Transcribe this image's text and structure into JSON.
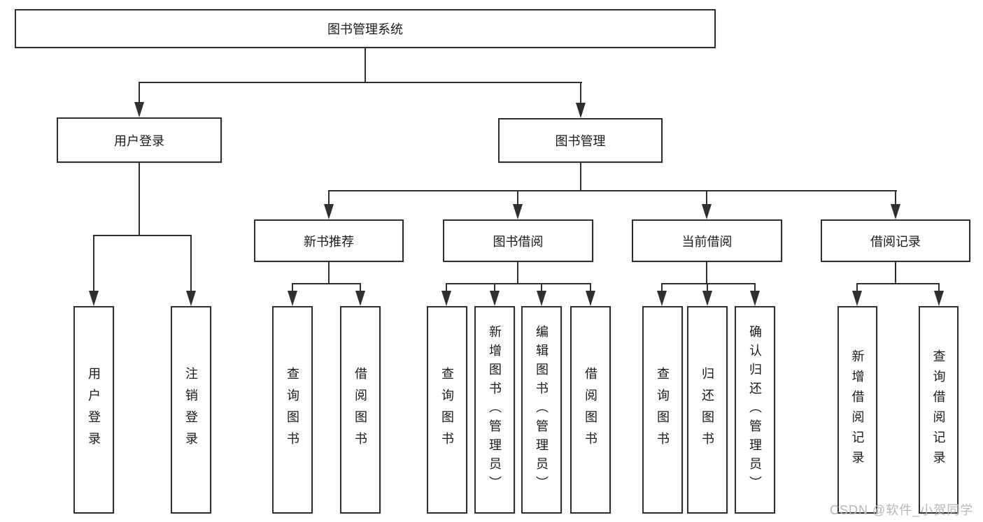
{
  "tree": {
    "root": {
      "label": "图书管理系统",
      "children": [
        {
          "label": "用户登录",
          "children": [
            {
              "label": "用户登录"
            },
            {
              "label": "注销登录"
            }
          ]
        },
        {
          "label": "图书管理",
          "children": [
            {
              "label": "新书推荐",
              "children": [
                {
                  "label": "查询图书"
                },
                {
                  "label": "借阅图书"
                }
              ]
            },
            {
              "label": "图书借阅",
              "children": [
                {
                  "label": "查询图书"
                },
                {
                  "label": "新增图书（管理员）"
                },
                {
                  "label": "编辑图书（管理员）"
                },
                {
                  "label": "借阅图书"
                }
              ]
            },
            {
              "label": "当前借阅",
              "children": [
                {
                  "label": "查询图书"
                },
                {
                  "label": "归还图书"
                },
                {
                  "label": "确认归还（管理员）"
                }
              ]
            },
            {
              "label": "借阅记录",
              "children": [
                {
                  "label": "新增借阅记录"
                },
                {
                  "label": "查询借阅记录"
                }
              ]
            }
          ]
        }
      ]
    }
  },
  "watermark": {
    "text": "CSDN @软件_小贺同学"
  },
  "colors": {
    "line": "#2f2f2f",
    "box_border": "#2f2f2f",
    "text": "#1a1a1a",
    "watermark": "#b5b8be",
    "background": "#ffffff"
  }
}
